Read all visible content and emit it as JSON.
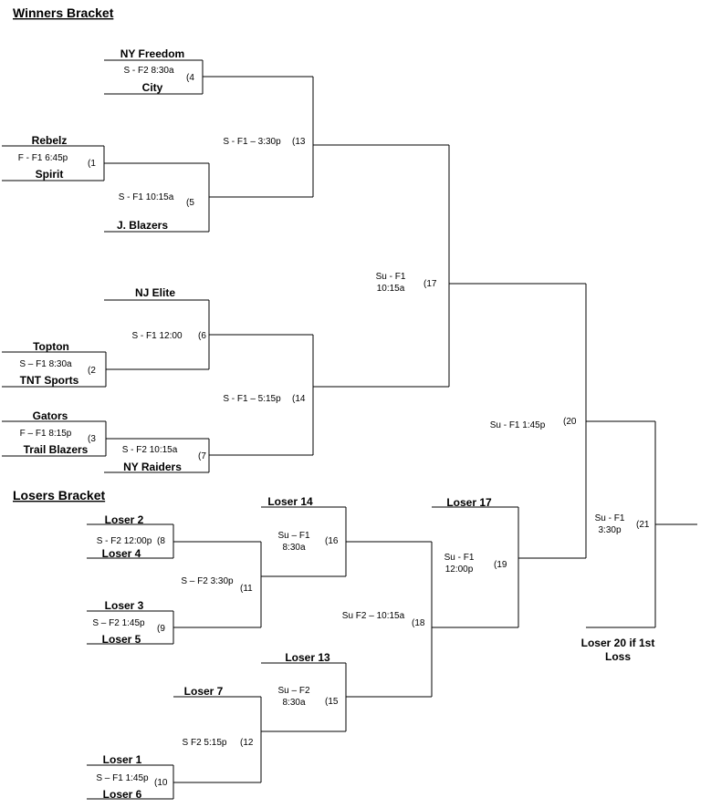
{
  "winners": {
    "title": "Winners Bracket",
    "teams": {
      "ny_freedom": "NY Freedom",
      "city": "City",
      "rebelz": "Rebelz",
      "spirit": "Spirit",
      "j_blazers": "J. Blazers",
      "nj_elite": "NJ Elite",
      "topton": "Topton",
      "tnt_sports": "TNT Sports",
      "gators": "Gators",
      "trail_blazers": "Trail Blazers",
      "ny_raiders": "NY Raiders"
    },
    "games": {
      "g1": {
        "time": "F - F1 6:45p",
        "num": "(1"
      },
      "g2": {
        "time": "S – F1 8:30a",
        "num": "(2"
      },
      "g3": {
        "time": "F – F1 8:15p",
        "num": "(3"
      },
      "g4": {
        "time": "S - F2 8:30a",
        "num": "(4"
      },
      "g5": {
        "time": "S - F1 10:15a",
        "num": "(5"
      },
      "g6": {
        "time": "S - F1 12:00",
        "num": "(6"
      },
      "g7": {
        "time": "S - F2 10:15a",
        "num": "(7"
      },
      "g13": {
        "time": "S - F1 – 3:30p",
        "num": "(13"
      },
      "g14": {
        "time": "S - F1 – 5:15p",
        "num": "(14"
      },
      "g17": {
        "time_line1": "Su - F1",
        "time_line2": "10:15a",
        "num": "(17"
      },
      "g20": {
        "time": "Su - F1 1:45p",
        "num": "(20"
      },
      "g21": {
        "time_line1": "Su - F1",
        "time_line2": "3:30p",
        "num": "(21"
      }
    }
  },
  "losers": {
    "title": "Losers Bracket",
    "teams": {
      "loser_2": "Loser  2",
      "loser_4": "Loser  4",
      "loser_3": "Loser  3",
      "loser_5": "Loser  5",
      "loser_14": "Loser  14",
      "loser_13": "Loser  13",
      "loser_7": "Loser  7",
      "loser_1": "Loser  1",
      "loser_6": "Loser  6",
      "loser_17": "Loser  17",
      "loser_20_line1": "Loser  20 if 1st",
      "loser_20_line2": "Loss"
    },
    "games": {
      "g8": {
        "time": "S - F2 12:00p",
        "num": "(8"
      },
      "g9": {
        "time": "S – F2 1:45p",
        "num": "(9"
      },
      "g10": {
        "time": "S – F1 1:45p",
        "num": "(10"
      },
      "g11": {
        "time": "S – F2 3:30p",
        "num": "(11"
      },
      "g12": {
        "time": "S F2 5:15p",
        "num": "(12"
      },
      "g15": {
        "time_line1": "Su – F2",
        "time_line2": "8:30a",
        "num": "(15"
      },
      "g16": {
        "time_line1": "Su – F1",
        "time_line2": "8:30a",
        "num": "(16"
      },
      "g18": {
        "time": "Su F2 – 10:15a",
        "num": "(18"
      },
      "g19": {
        "time_line1": "Su - F1",
        "time_line2": "12:00p",
        "num": "(19"
      }
    }
  }
}
